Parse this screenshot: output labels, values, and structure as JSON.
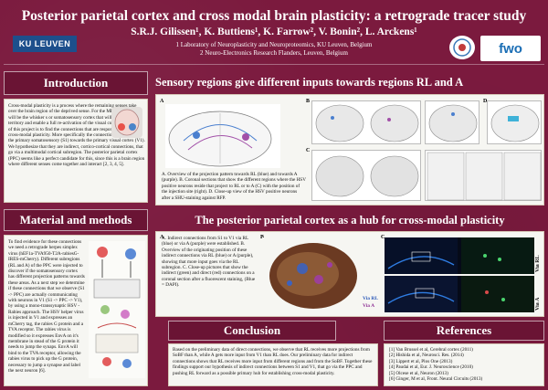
{
  "header": {
    "title": "Posterior parietal cortex and cross modal brain plasticity: a retrograde tracer study",
    "authors": "S.R.J. Gilissen¹, K. Buttiens¹, K. Farrow², V. Bonin², L. Arckens¹",
    "affil1": "1 Laboratory of Neuroplasticity and Neuroproteomics, KU Leuven, Belgium",
    "affil2": "2 Neuro-Electronics Research Flanders, Leuven, Belgium",
    "logo_left": "KU LEUVEN",
    "logo_right": "fwo"
  },
  "intro": {
    "title": "Introduction",
    "text": "Cross-modal plasticity is a process where the remaining senses take over the brain region of the deprived sense. For the ME model [1] it will be the whisker s or somatosensory cortex that will expand their territory and enable a full re-activation of the visual cortex. The focus of this project is to find the connections that are responsible for the cross-modal plasticity. More specifically the connections going from the primary somatosensory (S1) towards the primary visual cortex (V1). We hypothesize that they are indirect, cortico-cortical connections, that go via a multimodal cortical subregion. The posterior parietal cortex (PPC) seems like a perfect candidate for this, since this is a brain region where different senses come together and interact [2, 3, 4, 5]."
  },
  "methods": {
    "title": "Material and methods",
    "text": "To find evidence for these connections we need a retrograde herpes simplex virus (hEF1a-TVA950-T2A-rabiesG-IRES-mCherry). Different subregions (RL and A) of the PPC were injected to discover if the somatosensory cortex has different projection patterns towards these areas. As a next step we determine if these connections that we observe (S1 -> PPC) are actually communicating with neurons in V1 (S1 -> PPC -> V1), by using a mono-transsynaptic HSV - Rabies approach. The HSV helper virus is injected in V1 and expresses an mCherry tag, the rabies G protein and a TVA receptor. The rabies virus is modified so it expresses EnvA on it's membrane in stead of the G protein it needs to jump the synaps. EnvA will bind to the TVA receptor, allowing the rabies virus to pick up the G protein, necessary to jump a synapse and label the next neuron [6]."
  },
  "sensory": {
    "title": "Sensory regions give different inputs towards regions RL and A",
    "caption": "A. Overview of the projection pattern towards RL (blue) and towards A (purple). B. Coronal sections that show the different regions where the HSV positive neurons reside that project to RL or to A (C) with the position of the injection site (right). D. Close-up view of the HSV positive neurons after a SHU-staining against RFP.",
    "panel_labels": [
      "A",
      "B",
      "C",
      "D"
    ]
  },
  "hub": {
    "title": "The posterior parietal cortex as a hub for cross-modal plasticity",
    "caption": "A. Indirect connections from S1 to V1 via RL (blue) or via A (purple) were established. B. Overview of the originating position of these indirect connections via RL (blue) or A (purple), showing that more input goes via the RL subregion. C. Close-up pictures that show the indirect (green) and direct (red) connections on a coronal section after a fluorescent staining, (Blue = DAPI).",
    "panel_labels": [
      "A",
      "B",
      "C"
    ],
    "legend_rl": "Via RL",
    "legend_a": "Via A",
    "side_rl": "Via RL",
    "side_a": "Via A"
  },
  "conclusion": {
    "title": "Conclusion",
    "text": "Based on the preliminary data of direct connections, we observe that RL receives more projections from SoBF than A, while A gets more input from V1 than RL does. Our preliminary data for indirect connections shows that RL receives more input from different regions and from the SoBF. Together these findings support our hypothesis of indirect connections between S1 and V1, that go via the PPC and pushing RL forward as a possible primary hub for establishing cross-modal plasticity."
  },
  "references": {
    "title": "References",
    "items": [
      "[1] Van Brussel et al, Cerebral cortex (2011)",
      "[2] Hishida et al, Neurosci. Res. (2014)",
      "[3] Lippert et al, Plos One (2013)",
      "[4] Paudai et al, Eur. J. Neuroscience (2010)",
      "[5] Olcese et al, Neuron (2013)",
      "[6] Ginger, M et al, Front. Neural Circuits (2013)"
    ]
  }
}
